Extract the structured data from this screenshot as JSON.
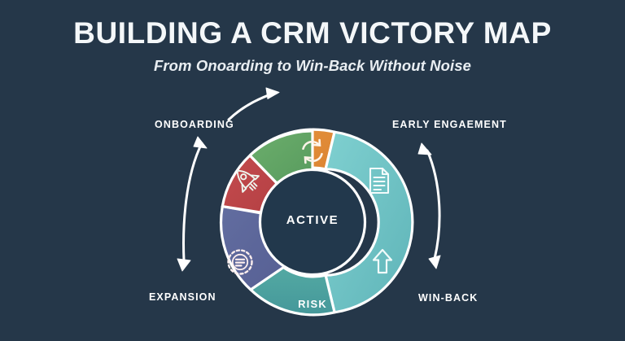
{
  "header": {
    "title": "BUILDING A CRM VICTORY MAP",
    "subtitle": "From Onoarding to Win-Back Without Noise"
  },
  "colors": {
    "background": "#253749",
    "hub": "#22384c",
    "stroke": "#ffffff",
    "text": "#ffffff",
    "onboarding": "#63a766",
    "early_engagement": "#6fc4c6",
    "win_back": "#4da5a0",
    "risk": "#5c679b",
    "expansion": "#c0474a",
    "active_cycle": "#e08c38"
  },
  "wheel": {
    "center_label": "ACTIVE",
    "segments": [
      {
        "id": "active-cycle",
        "label": "",
        "icon": "refresh-icon",
        "color": "#e08c38",
        "start_angle": -48,
        "end_angle": 14
      },
      {
        "id": "early-engagement",
        "label": "EARLY ENGAEMENT",
        "icon": "document-icon",
        "color": "#6fc4c6",
        "start_angle": 14,
        "end_angle": 76
      },
      {
        "id": "win-back",
        "label": "WIN-BACK",
        "icon": "arrow-up-icon",
        "color": "#4da5a0",
        "start_angle": 76,
        "end_angle": 138
      },
      {
        "id": "risk",
        "label": "RISK",
        "icon": "",
        "color": "#5c679b",
        "start_angle": 138,
        "end_angle": 190
      },
      {
        "id": "expansion",
        "label": "EXPANSION",
        "icon": "badge-list-icon",
        "color": "#c0474a",
        "start_angle": 190,
        "end_angle": 252
      },
      {
        "id": "onboarding",
        "label": "ONBOARDING",
        "icon": "rocket-icon",
        "color": "#63a766",
        "start_angle": 252,
        "end_angle": 312
      }
    ],
    "arrows": [
      {
        "id": "top-arrow",
        "name": "clockwise-arrow-icon",
        "direction": "clockwise"
      },
      {
        "id": "left-arrow",
        "name": "double-arrow-icon",
        "direction": "bidirectional"
      },
      {
        "id": "right-arrow",
        "name": "double-arrow-icon",
        "direction": "bidirectional"
      }
    ]
  }
}
